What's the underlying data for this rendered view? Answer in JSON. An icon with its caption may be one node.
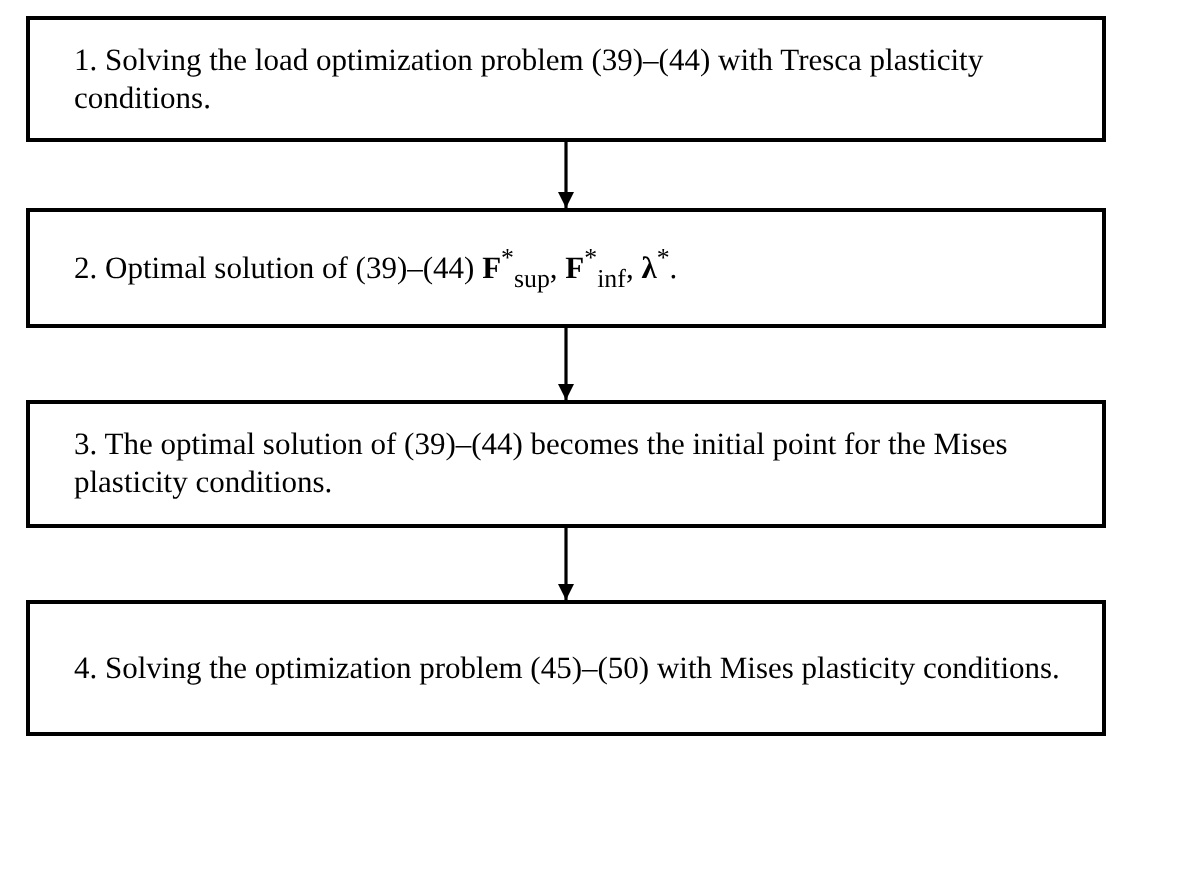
{
  "diagram": {
    "nodes": [
      {
        "text": [
          "1. Solving the load optimization problem (39)–(44) with Tresca plasticity conditions."
        ]
      },
      {
        "text": [
          "2. Optimal solution of (39)–(44) **F**$^{*}$$_{sup}$, **F**$^{*}$$_{inf}$, **λ**$^{*}$."
        ]
      },
      {
        "text": [
          "3. The optimal solution of (39)–(44) becomes the initial point for the Mises plasticity conditions."
        ]
      },
      {
        "text": [
          "4. Solving the optimization problem (45)–(50) with Mises plasticity conditions."
        ]
      }
    ],
    "edges": [
      {
        "from": 0,
        "to": 1,
        "arrow": "to"
      },
      {
        "from": 1,
        "to": 2,
        "arrow": "to"
      },
      {
        "from": 2,
        "to": 3,
        "arrow": "to"
      }
    ]
  }
}
